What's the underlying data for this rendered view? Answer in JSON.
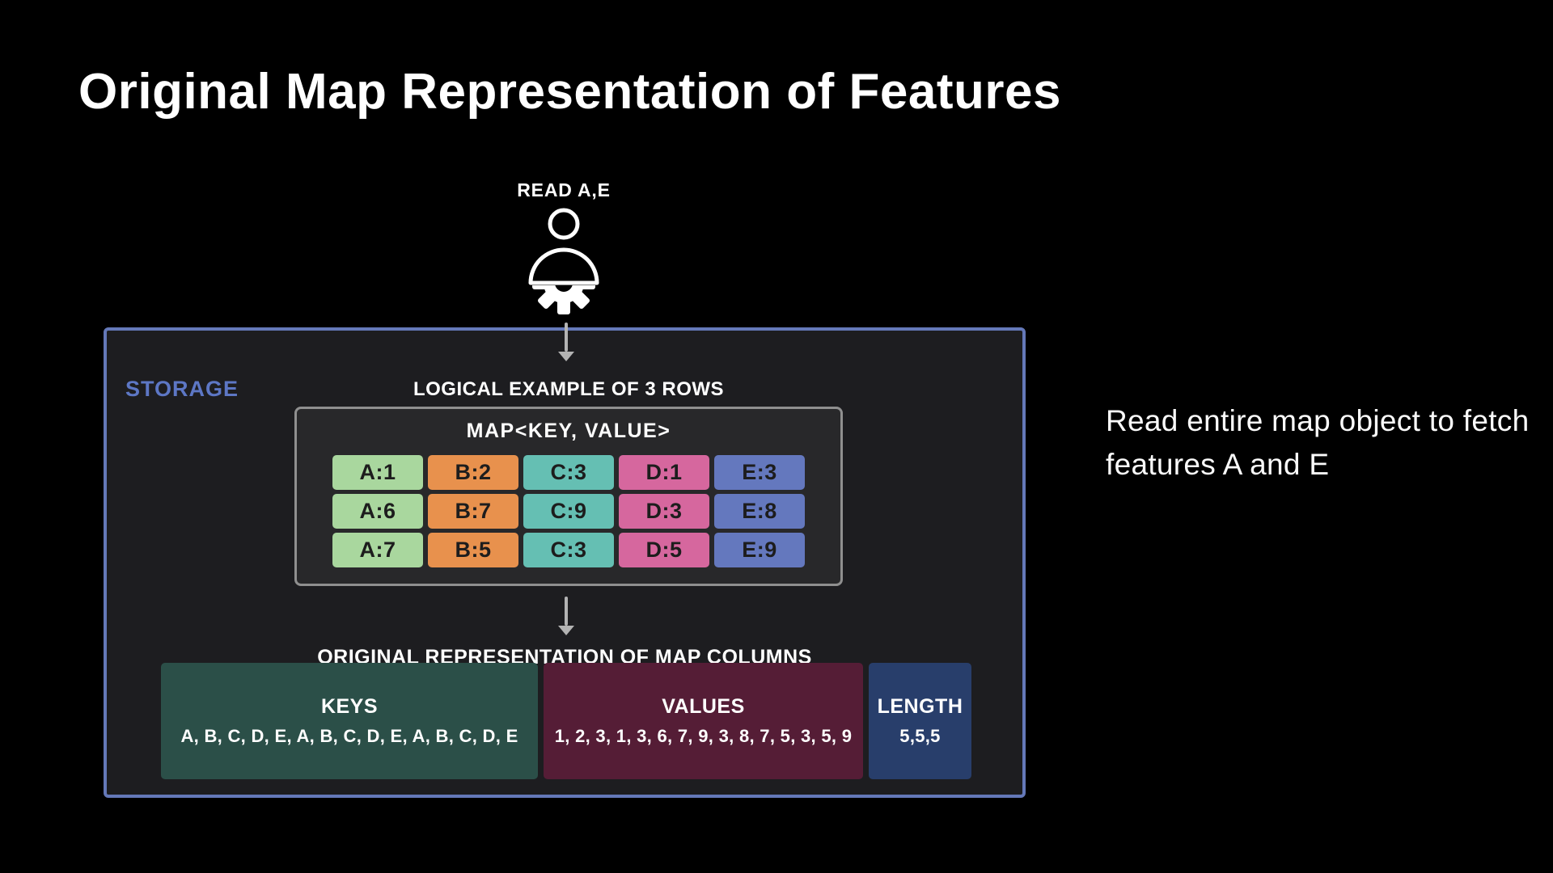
{
  "title": "Original Map Representation of Features",
  "reader": {
    "label": "READ A,E"
  },
  "storage": {
    "label": "STORAGE",
    "logical_heading": "LOGICAL EXAMPLE OF 3 ROWS",
    "map": {
      "title": "MAP<KEY, VALUE>",
      "cells": [
        [
          "A:1",
          "B:2",
          "C:3",
          "D:1",
          "E:3"
        ],
        [
          "A:6",
          "B:7",
          "C:9",
          "D:3",
          "E:8"
        ],
        [
          "A:7",
          "B:5",
          "C:3",
          "D:5",
          "E:9"
        ]
      ],
      "column_colors": [
        "#a9d79e",
        "#e8914d",
        "#65bfb3",
        "#d6679e",
        "#6478be"
      ]
    },
    "columns_heading": "ORIGINAL REPRESENTATION OF MAP COLUMNS",
    "columns": [
      {
        "name": "KEYS",
        "data": "A, B, C, D, E, A, B, C, D, E, A, B, C, D, E",
        "color": "#2b4f48"
      },
      {
        "name": "VALUES",
        "data": "1, 2, 3, 1, 3, 6, 7, 9, 3, 8, 7, 5, 3, 5, 9",
        "color": "#551d36"
      },
      {
        "name": "LENGTH",
        "data": "5,5,5",
        "color": "#283e6b"
      }
    ]
  },
  "annotation": "Read entire map object to fetch features A and E",
  "colors": {
    "background": "#000000",
    "storage_border": "#6478b8",
    "storage_label": "#5d77c5",
    "storage_bg": "#1d1d20",
    "map_box_bg": "#28282a",
    "map_box_border": "#8f8f8f",
    "arrow": "#b3b3b3",
    "text": "#ffffff"
  }
}
